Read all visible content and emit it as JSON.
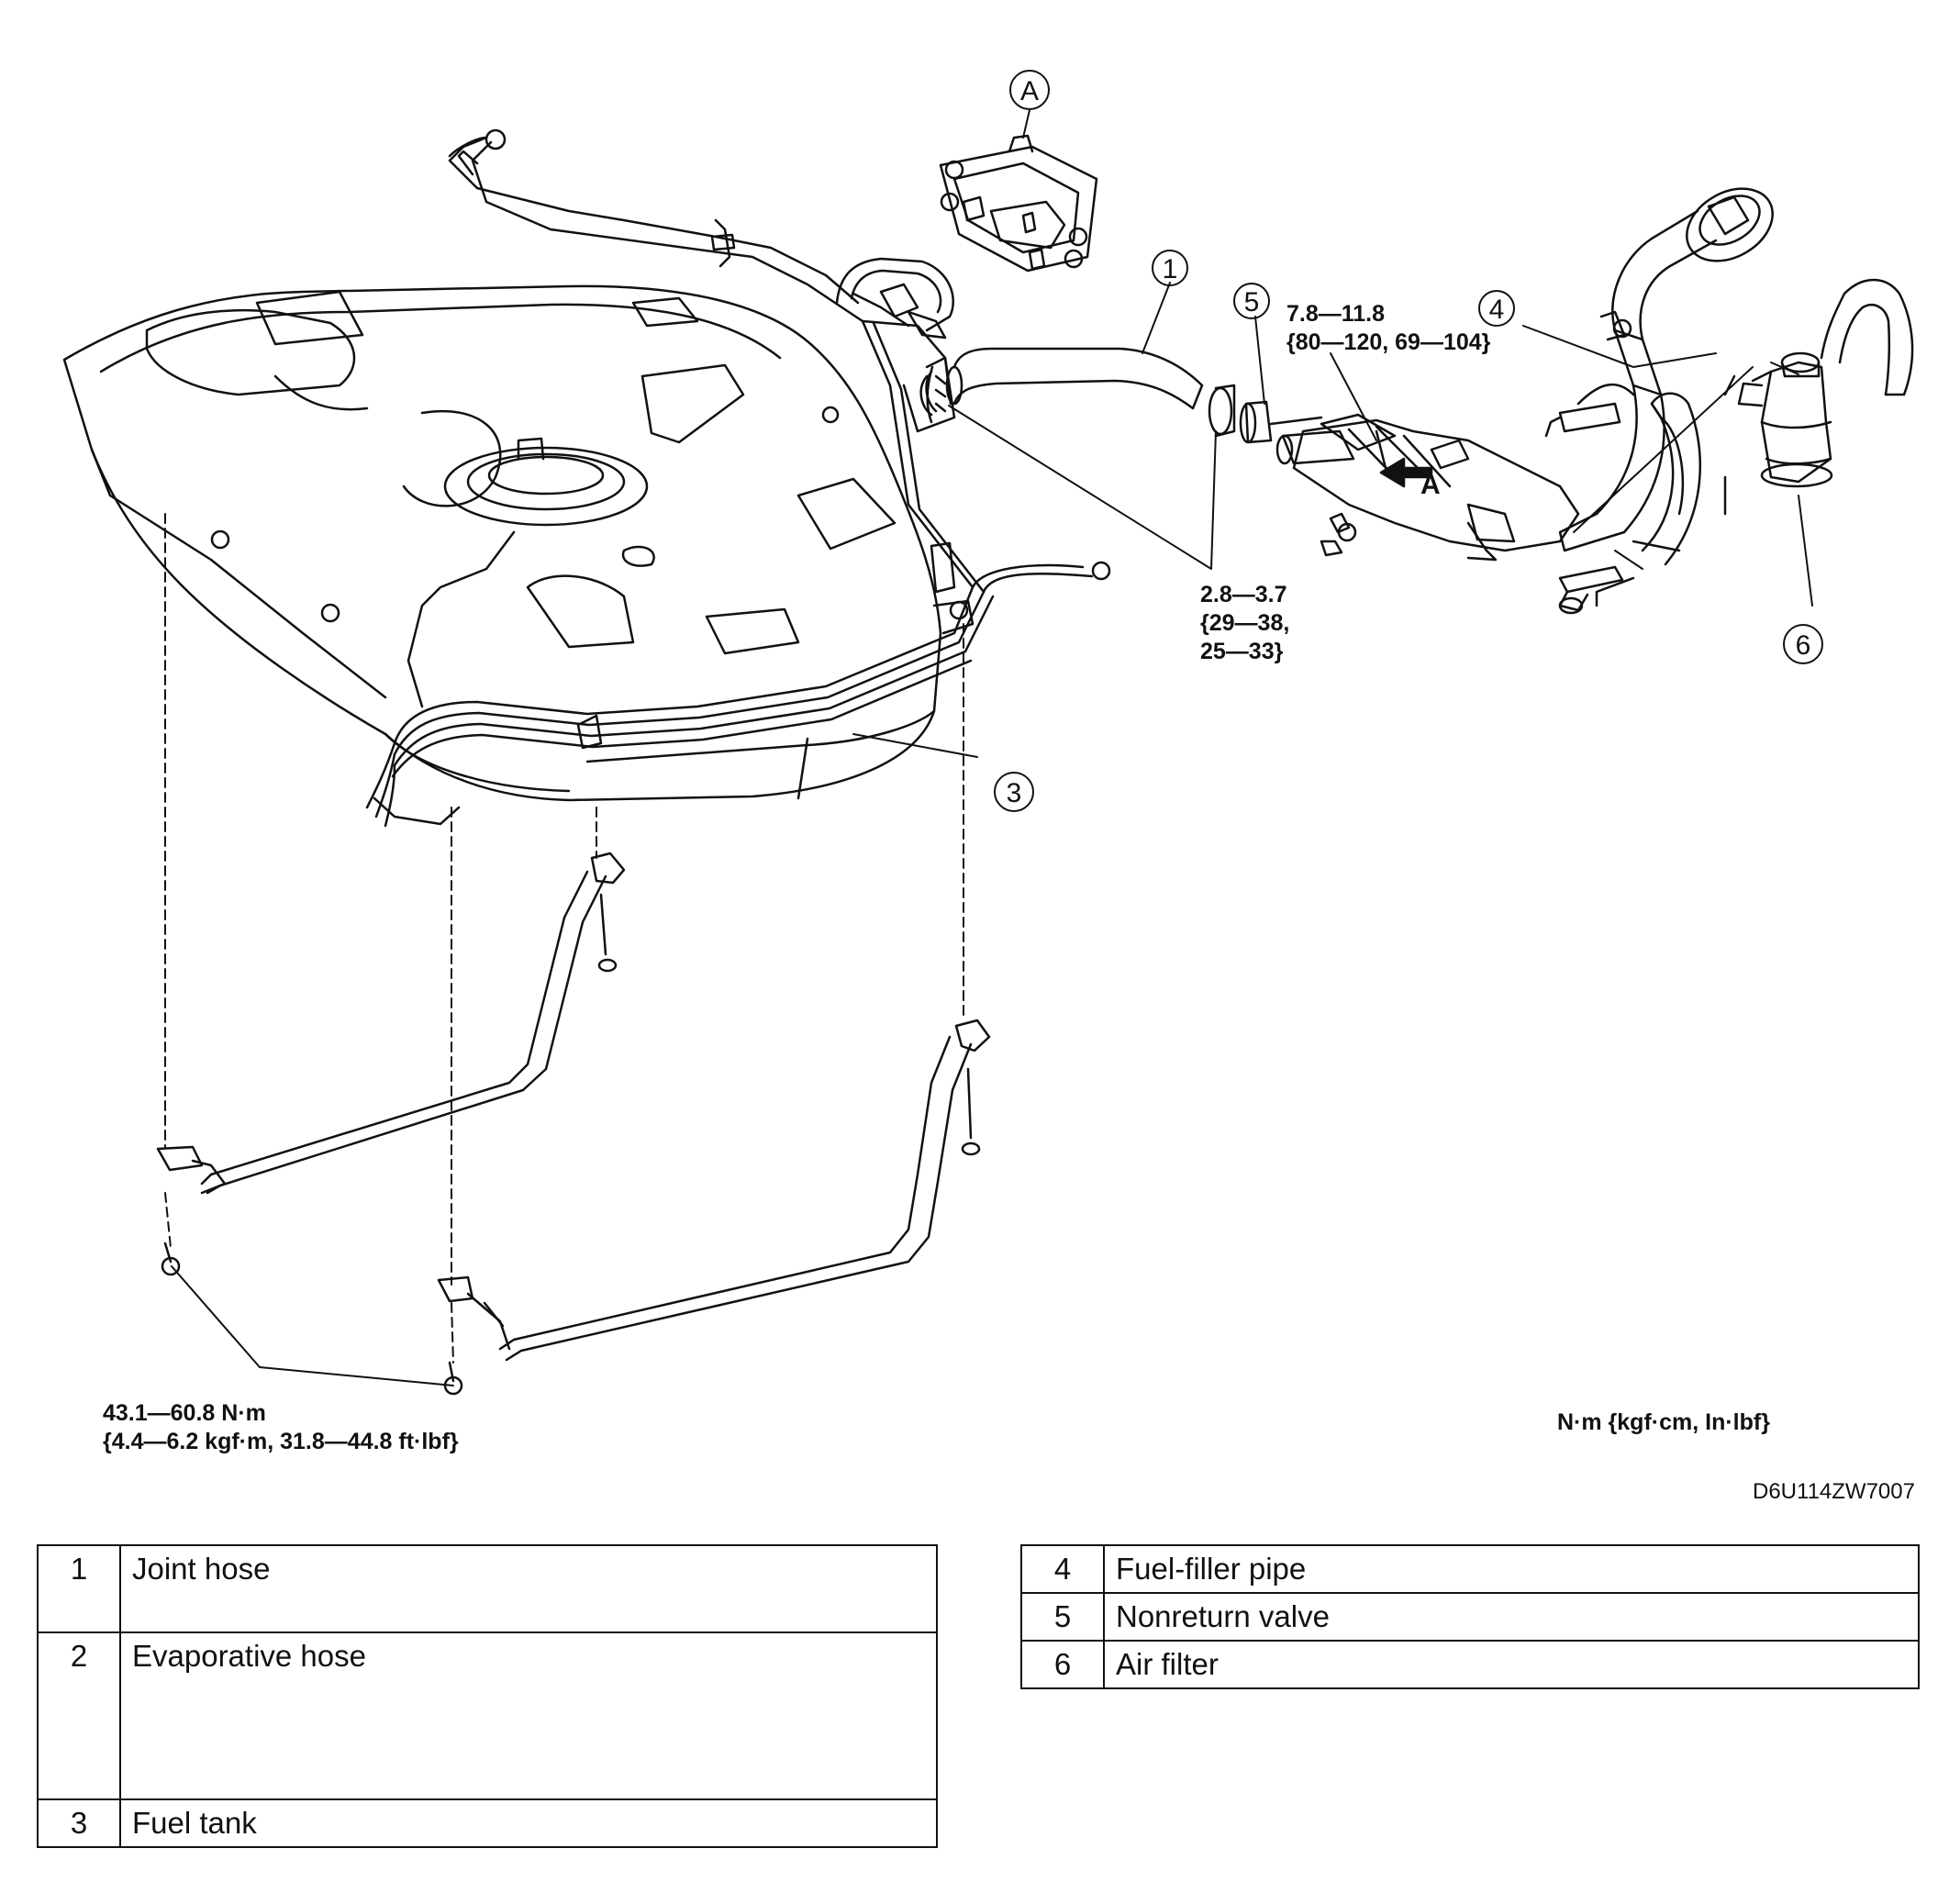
{
  "callouts": {
    "A": "A",
    "n1": "1",
    "n3": "3",
    "n4": "4",
    "n5": "5",
    "n6": "6",
    "arrow_A": "A"
  },
  "torque": {
    "t1": [
      "7.8—11.8",
      "{80—120, 69—104}"
    ],
    "t2": [
      "2.8—3.7",
      "{29—38,",
      "25—33}"
    ],
    "t3": [
      "43.1—60.8 N·m",
      "{4.4—6.2 kgf·m, 31.8—44.8 ft·lbf}"
    ]
  },
  "units_note": "N·m {kgf·cm, In·lbf}",
  "figure_code": "D6U114ZW7007",
  "parts_left": [
    {
      "num": "1",
      "name": "Joint hose"
    },
    {
      "num": "2",
      "name": "Evaporative hose"
    },
    {
      "num": "3",
      "name": "Fuel tank"
    }
  ],
  "parts_right": [
    {
      "num": "4",
      "name": "Fuel-filler pipe"
    },
    {
      "num": "5",
      "name": "Nonreturn valve"
    },
    {
      "num": "6",
      "name": "Air filter"
    }
  ]
}
